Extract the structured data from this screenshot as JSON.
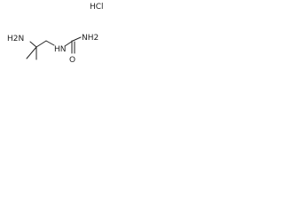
{
  "molecule": {
    "atoms": {
      "amine_left": "H2N",
      "amide_nh": "HN",
      "amide_nh2": "NH2",
      "amide_o": "O",
      "hydrochloride": "HCl"
    }
  },
  "colors": {
    "bond": "#222222",
    "text": "#222222",
    "background": "#ffffff"
  }
}
